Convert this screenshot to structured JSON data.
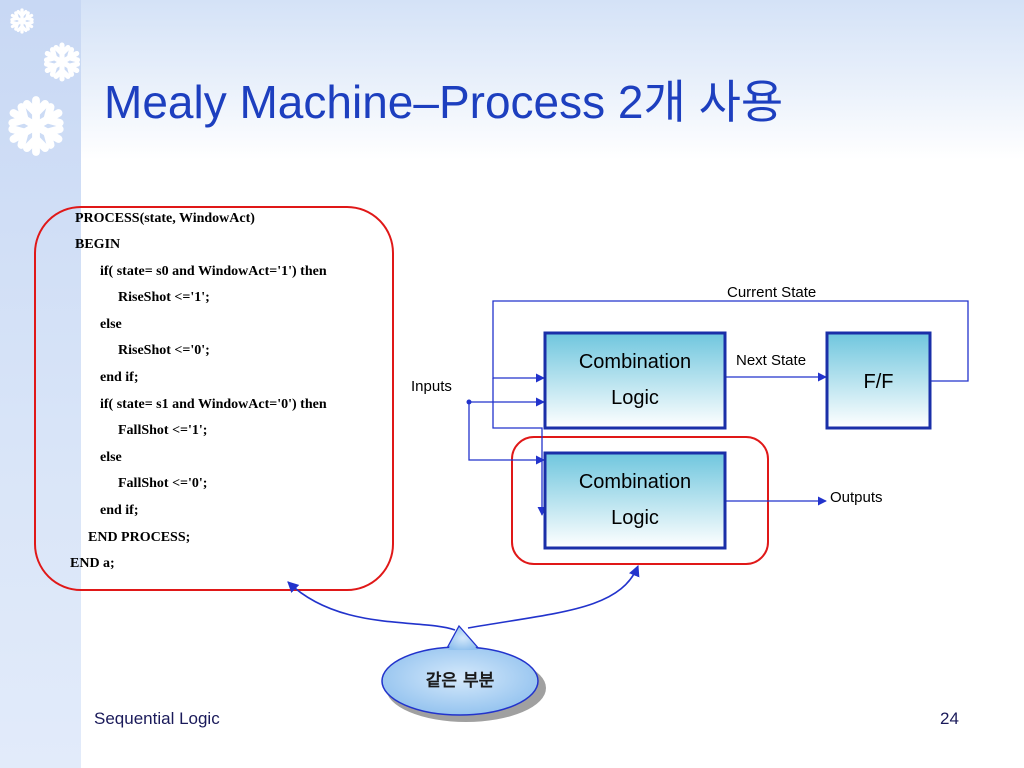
{
  "slide": {
    "title": "Mealy Machine–Process 2개 사용",
    "footer_left": "Sequential Logic",
    "page_number": "24"
  },
  "code_lines": [
    "PROCESS(state, WindowAct)",
    "BEGIN",
    "if( state= s0 and WindowAct='1') then",
    "RiseShot <='1';",
    "else",
    "RiseShot <='0';",
    "end if;",
    "if( state= s1 and WindowAct='0') then",
    "FallShot <='1';",
    "else",
    "FallShot <='0';",
    "end if;",
    "END PROCESS;",
    "END a;"
  ],
  "diagram": {
    "current_state": "Current State",
    "next_state": "Next State",
    "inputs": "Inputs",
    "outputs": "Outputs",
    "comb1_line1": "Combination",
    "comb1_line2": "Logic",
    "comb2_line1": "Combination",
    "comb2_line2": "Logic",
    "ff": "F/F"
  },
  "callout": {
    "text": "같은 부분"
  },
  "colors": {
    "title": "#1d3fbf",
    "line_blue": "#2233cc",
    "highlight_red": "#e01818",
    "box_border": "#1a2fa8",
    "box_fill_top": "#6fc6de",
    "box_fill_bottom": "#ffffff"
  },
  "icons": [
    "snowflake-icon",
    "snowflake-icon",
    "snowflake-icon"
  ]
}
